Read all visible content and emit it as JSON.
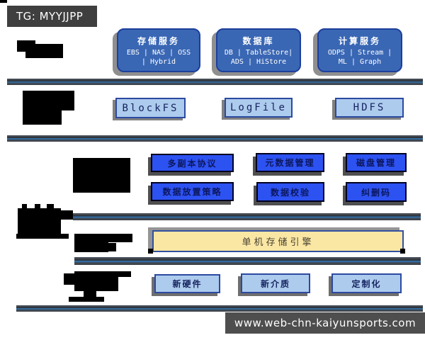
{
  "tag_badge": {
    "text": "TG: MYYJJPP"
  },
  "watermark": {
    "url_text": "www.web-chn-kaiyunsports.com"
  },
  "layers": {
    "services": {
      "boxes": [
        {
          "title": "存储服务",
          "line1": "EBS | NAS | OSS",
          "line2": "| Hybrid"
        },
        {
          "title": "数据库",
          "line1": "DB | TableStore|",
          "line2": "ADS | HiStore"
        },
        {
          "title": "计算服务",
          "line1": "ODPS | Stream |",
          "line2": "ML | Graph"
        }
      ]
    },
    "filesystems": {
      "boxes": [
        {
          "label": "BlockFS"
        },
        {
          "label": "LogFile"
        },
        {
          "label": "HDFS"
        }
      ]
    },
    "features": {
      "row1": [
        {
          "label": "多副本协议"
        },
        {
          "label": "元数据管理"
        },
        {
          "label": "磁盘管理"
        }
      ],
      "row2": [
        {
          "label": "数据放置策略"
        },
        {
          "label": "数据校验"
        },
        {
          "label": "纠删码"
        }
      ]
    },
    "engine": {
      "label": "单机存储引擎"
    },
    "hardware": {
      "boxes": [
        {
          "label": "新硬件"
        },
        {
          "label": "新介质"
        },
        {
          "label": "定制化"
        }
      ]
    }
  },
  "colors": {
    "badge_bg": "#3f3f3f",
    "watermark_bg": "#4e4e4e",
    "service_box_fill": "#3a67b4",
    "service_box_border": "#1d3f9c",
    "light_box_fill": "#adcbed",
    "light_box_border": "#2c4aa0",
    "feature_box_fill": "#2d52f2",
    "engine_fill": "#fbe7a4",
    "divider_blue": "#3f86c6",
    "redaction": "#000000"
  }
}
